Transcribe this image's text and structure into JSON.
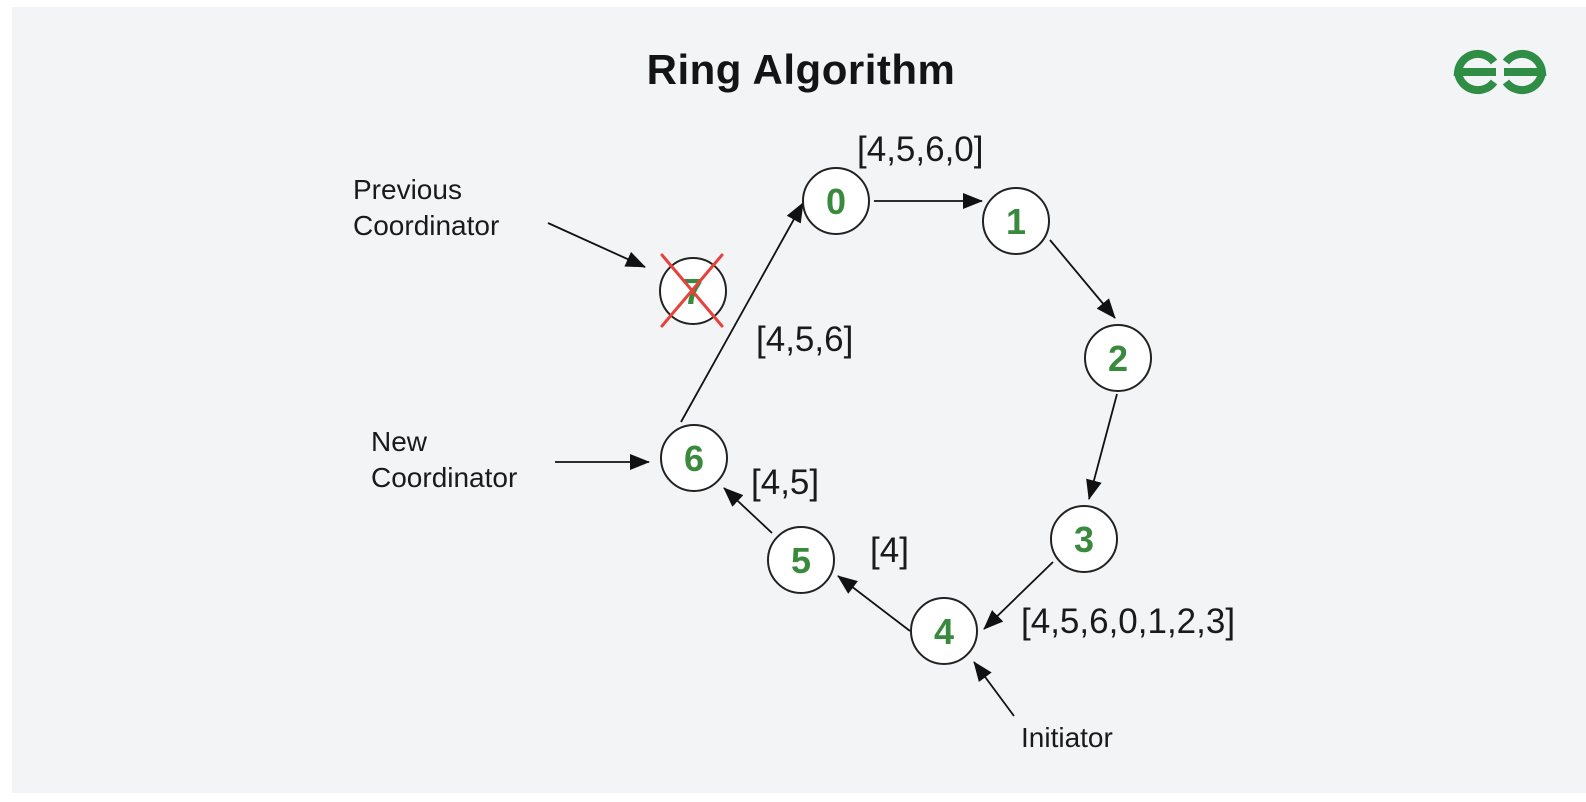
{
  "title": "Ring Algorithm",
  "logo": {
    "icon": "geeksforgeeks-logo-icon",
    "color": "#2f8d46"
  },
  "colors": {
    "node_text": "#3a8a3e",
    "cross": "#e8413b",
    "background": "#f3f4f6"
  },
  "nodes": [
    {
      "id": "0",
      "label": "0"
    },
    {
      "id": "1",
      "label": "1"
    },
    {
      "id": "2",
      "label": "2"
    },
    {
      "id": "3",
      "label": "3"
    },
    {
      "id": "4",
      "label": "4"
    },
    {
      "id": "5",
      "label": "5"
    },
    {
      "id": "6",
      "label": "6"
    },
    {
      "id": "7",
      "label": "7",
      "crashed": true
    }
  ],
  "edges": [
    {
      "from": "0",
      "to": "1"
    },
    {
      "from": "1",
      "to": "2"
    },
    {
      "from": "2",
      "to": "3"
    },
    {
      "from": "3",
      "to": "4"
    },
    {
      "from": "4",
      "to": "5"
    },
    {
      "from": "5",
      "to": "6"
    },
    {
      "from": "6",
      "to": "0"
    }
  ],
  "messages": {
    "m_4_5": "[4]",
    "m_5_6": "[4,5]",
    "m_6_0": "[4,5,6]",
    "m_0_1": "[4,5,6,0]",
    "m_3_4": "[4,5,6,0,1,2,3]"
  },
  "annotations": {
    "previous_coordinator_line1": "Previous",
    "previous_coordinator_line2": "Coordinator",
    "new_coordinator_line1": "New",
    "new_coordinator_line2": "Coordinator",
    "initiator": "Initiator"
  }
}
